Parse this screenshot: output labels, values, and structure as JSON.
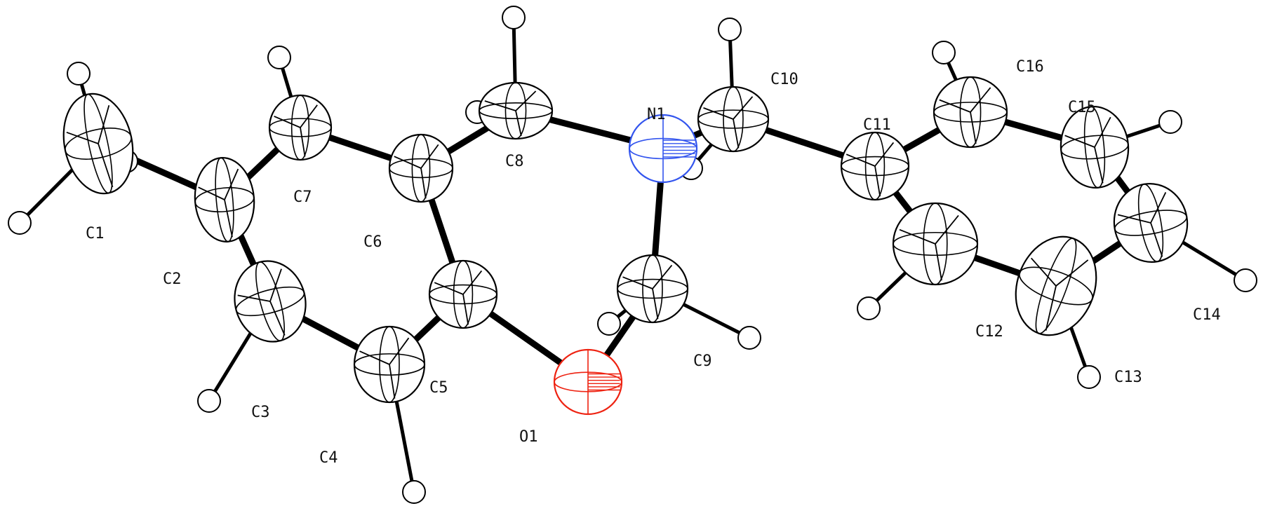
{
  "molecule": {
    "colors": {
      "carbon": "#000000",
      "nitrogen": "#3355ee",
      "oxygen": "#ee2211",
      "hydrogen_fill": "#ffffff",
      "label": "#111111"
    },
    "atoms": [
      {
        "id": "C1",
        "element": "C",
        "label": "C1"
      },
      {
        "id": "C2",
        "element": "C",
        "label": "C2"
      },
      {
        "id": "C3",
        "element": "C",
        "label": "C3"
      },
      {
        "id": "C4",
        "element": "C",
        "label": "C4"
      },
      {
        "id": "C5",
        "element": "C",
        "label": "C5"
      },
      {
        "id": "C6",
        "element": "C",
        "label": "C6"
      },
      {
        "id": "C7",
        "element": "C",
        "label": "C7"
      },
      {
        "id": "C8",
        "element": "C",
        "label": "C8"
      },
      {
        "id": "N1",
        "element": "N",
        "label": "N1"
      },
      {
        "id": "C9",
        "element": "C",
        "label": "C9"
      },
      {
        "id": "O1",
        "element": "O",
        "label": "O1"
      },
      {
        "id": "C10",
        "element": "C",
        "label": "C10"
      },
      {
        "id": "C11",
        "element": "C",
        "label": "C11"
      },
      {
        "id": "C12",
        "element": "C",
        "label": "C12"
      },
      {
        "id": "C13",
        "element": "C",
        "label": "C13"
      },
      {
        "id": "C14",
        "element": "C",
        "label": "C14"
      },
      {
        "id": "C15",
        "element": "C",
        "label": "C15"
      },
      {
        "id": "C16",
        "element": "C",
        "label": "C16"
      }
    ],
    "bonds": [
      [
        "C1",
        "C2"
      ],
      [
        "C2",
        "C7"
      ],
      [
        "C2",
        "C3"
      ],
      [
        "C3",
        "C4"
      ],
      [
        "C4",
        "C5"
      ],
      [
        "C5",
        "C6"
      ],
      [
        "C6",
        "C7"
      ],
      [
        "C6",
        "C8"
      ],
      [
        "C8",
        "N1"
      ],
      [
        "N1",
        "C9"
      ],
      [
        "C9",
        "O1"
      ],
      [
        "O1",
        "C5"
      ],
      [
        "N1",
        "C10"
      ],
      [
        "C10",
        "C11"
      ],
      [
        "C11",
        "C16"
      ],
      [
        "C16",
        "C15"
      ],
      [
        "C15",
        "C14"
      ],
      [
        "C14",
        "C13"
      ],
      [
        "C13",
        "C12"
      ],
      [
        "C12",
        "C11"
      ]
    ],
    "hydrogens": [
      "H1A",
      "H1B",
      "H1C",
      "H3",
      "H4",
      "H7",
      "H8A",
      "H8B",
      "H9A",
      "H9B",
      "H10A",
      "H10B",
      "H12",
      "H13",
      "H14",
      "H15",
      "H16"
    ]
  }
}
